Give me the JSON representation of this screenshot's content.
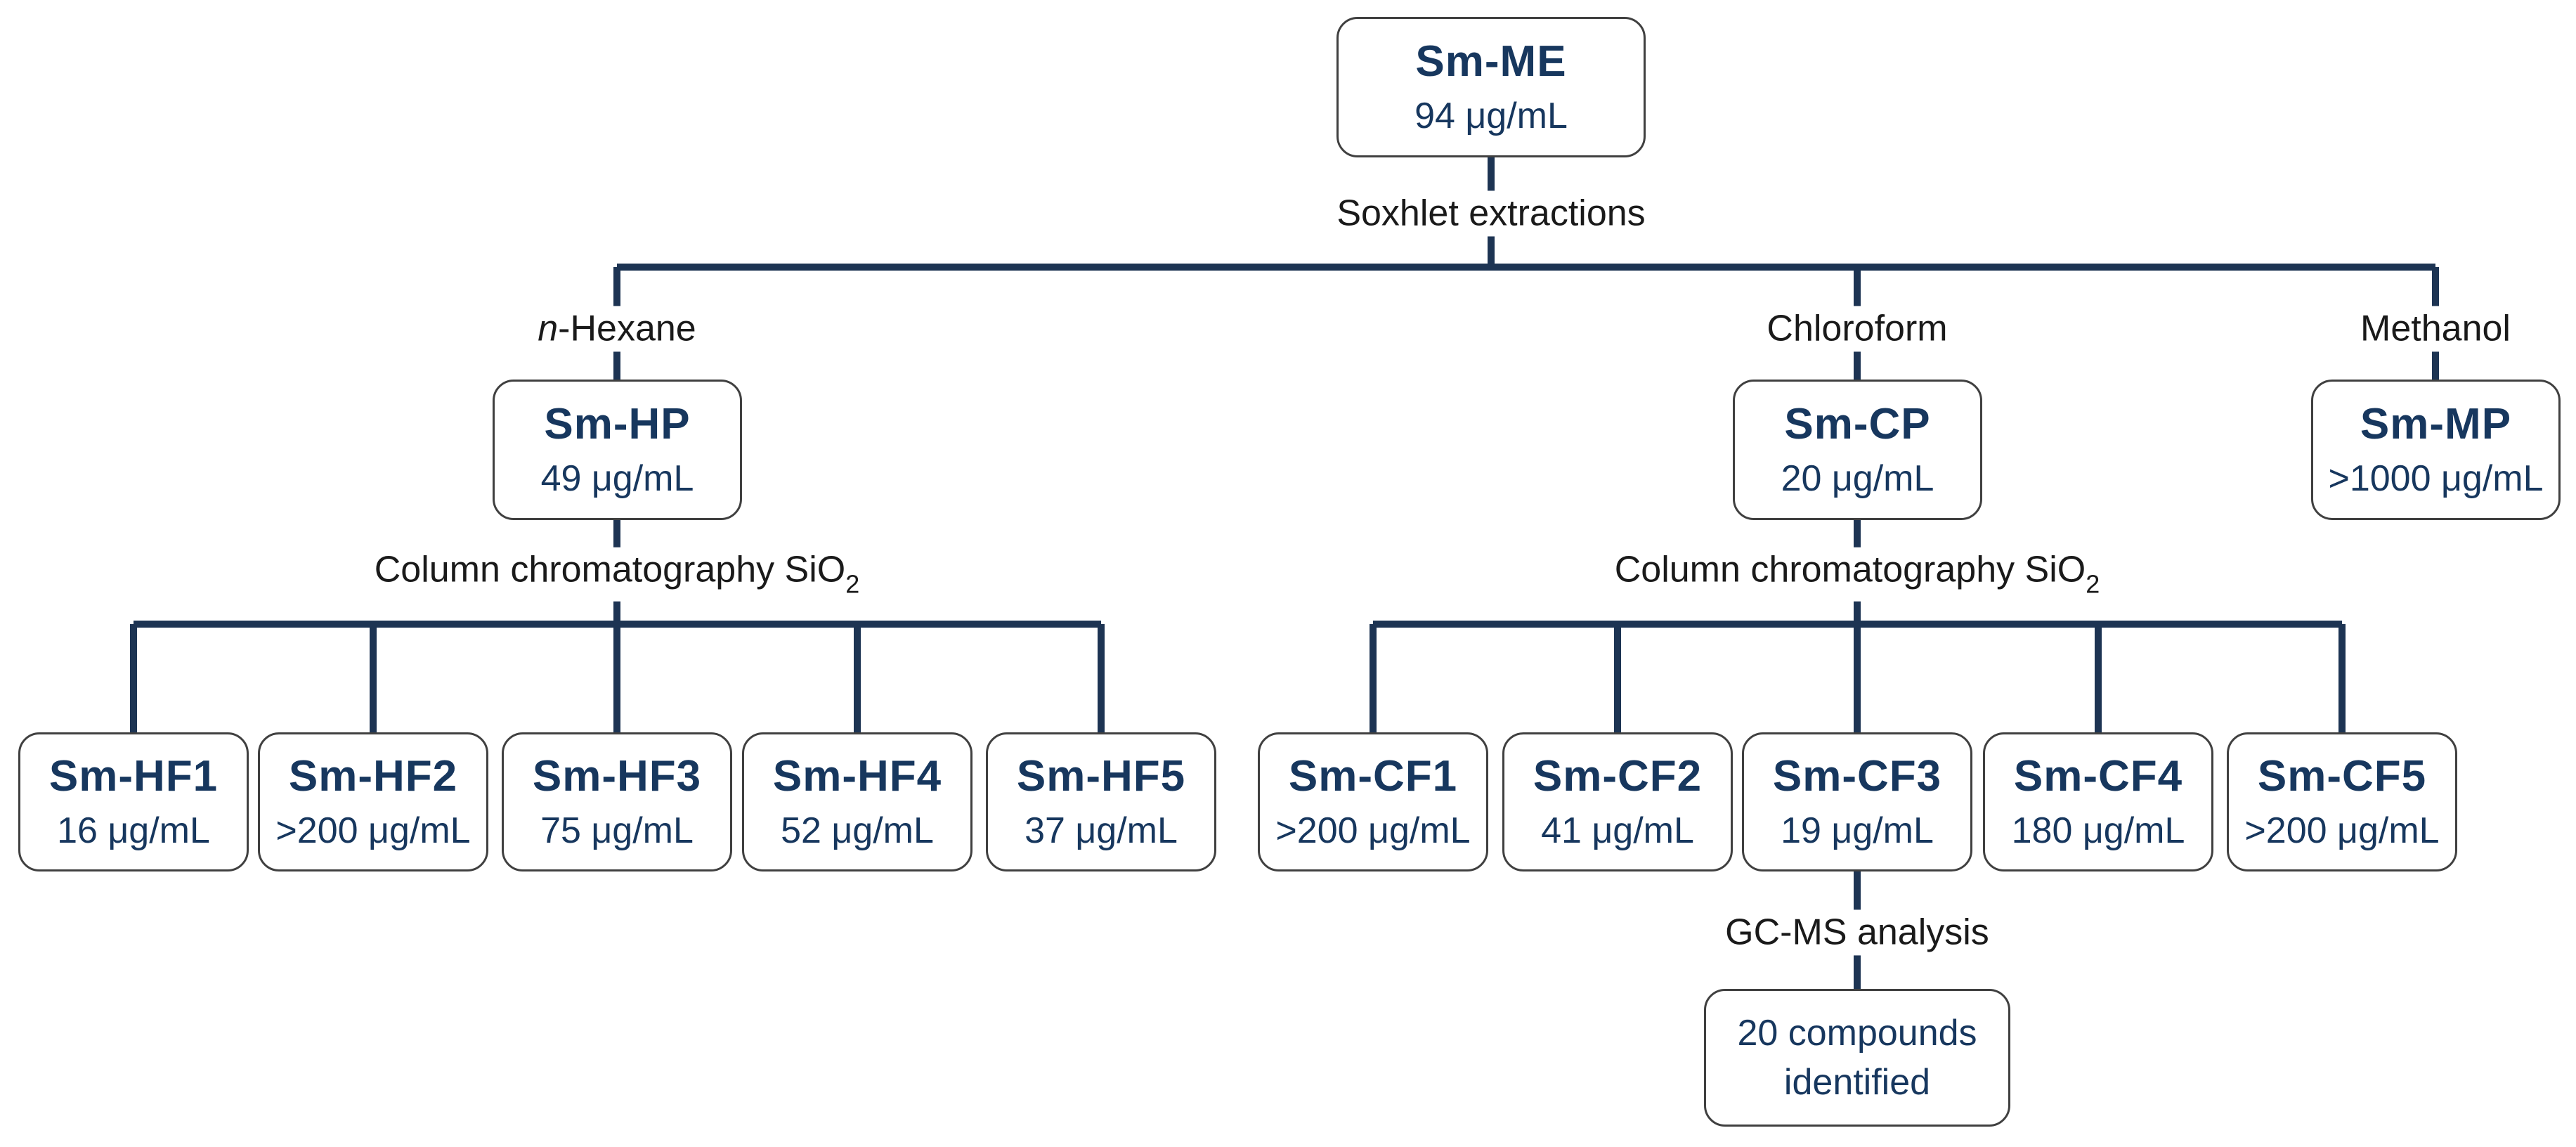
{
  "diagram": {
    "nodes": {
      "sm_me": {
        "title": "Sm-ME",
        "value": "94 μg/mL"
      },
      "sm_hp": {
        "title": "Sm-HP",
        "value": "49 μg/mL"
      },
      "sm_cp": {
        "title": "Sm-CP",
        "value": "20 μg/mL"
      },
      "sm_mp": {
        "title": "Sm-MP",
        "value": ">1000 μg/mL"
      },
      "sm_hf1": {
        "title": "Sm-HF1",
        "value": "16 μg/mL"
      },
      "sm_hf2": {
        "title": "Sm-HF2",
        "value": ">200 μg/mL"
      },
      "sm_hf3": {
        "title": "Sm-HF3",
        "value": "75 μg/mL"
      },
      "sm_hf4": {
        "title": "Sm-HF4",
        "value": "52 μg/mL"
      },
      "sm_hf5": {
        "title": "Sm-HF5",
        "value": "37 μg/mL"
      },
      "sm_cf1": {
        "title": "Sm-CF1",
        "value": ">200 μg/mL"
      },
      "sm_cf2": {
        "title": "Sm-CF2",
        "value": "41 μg/mL"
      },
      "sm_cf3": {
        "title": "Sm-CF3",
        "value": "19 μg/mL"
      },
      "sm_cf4": {
        "title": "Sm-CF4",
        "value": "180 μg/mL"
      },
      "sm_cf5": {
        "title": "Sm-CF5",
        "value": ">200 μg/mL"
      },
      "result": {
        "line1": "20 compounds",
        "line2": "identified"
      }
    },
    "labels": {
      "soxhlet": "Soxhlet extractions",
      "hexane_prefix": "n",
      "hexane_rest": "-Hexane",
      "chloroform": "Chloroform",
      "methanol": "Methanol",
      "column_chromatography_main": "Column chromatography SiO",
      "column_chromatography_sub": "2",
      "gcms": "GC-MS analysis"
    },
    "colors": {
      "node_text": "#17375e",
      "connector": "#1d3453",
      "box_border": "#404040",
      "label_text": "#1a1a1a",
      "background": "#ffffff"
    }
  }
}
